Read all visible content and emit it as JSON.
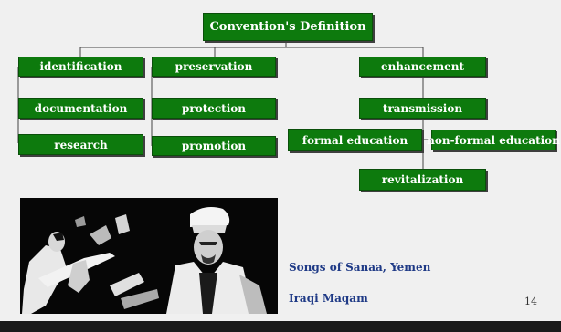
{
  "diagram": {
    "title": "Convention's Definition",
    "nodes": {
      "identification": "identification",
      "documentation": "documentation",
      "research": "research",
      "preservation": "preservation",
      "protection": "protection",
      "promotion": "promotion",
      "enhancement": "enhancement",
      "transmission": "transmission",
      "formal_education": "formal education",
      "non_formal_education": "non-formal education",
      "revitalization": "revitalization"
    }
  },
  "captions": {
    "songs": "Songs of Sanaa, Yemen",
    "maqam": "Iraqi Maqam"
  },
  "page_number": "14",
  "colors": {
    "box_fill": "#0d7a0d",
    "caption_text": "#1f3a86"
  }
}
